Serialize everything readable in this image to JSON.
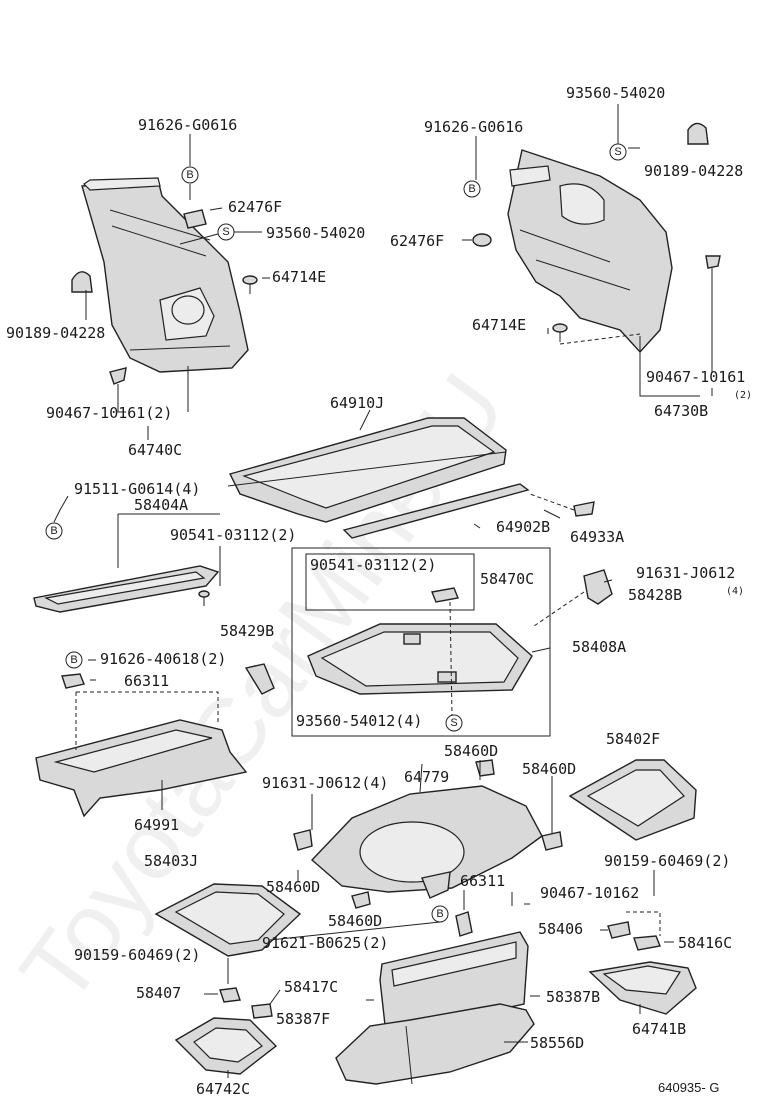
{
  "watermark": "ToyotaCarMinerU",
  "diagram_ref": "640935- G",
  "symbols": {
    "b": "B",
    "s": "S"
  },
  "labels": {
    "p1": "91626-G0616",
    "p2": "62476F",
    "p3": "93560-54020",
    "p4": "90189-04228",
    "p5": "64714E",
    "p6": "90467-10161(2)",
    "p7": "64740C",
    "p8": "93560-54020",
    "p9": "91626-G0616",
    "p10": "90189-04228",
    "p11": "62476F",
    "p12": "64714E",
    "p13": "90467-10161",
    "p13q": "(2)",
    "p14": "64730B",
    "p15": "64910J",
    "p16": "91511-G0614(4)",
    "p17": "58404A",
    "p18": "90541-03112(2)",
    "p19": "64902B",
    "p20": "64933A",
    "p21": "90541-03112(2)",
    "p22": "58470C",
    "p23": "91631-J0612",
    "p23q": "(4)",
    "p24": "58428B",
    "p25": "58429B",
    "p26": "58408A",
    "p27": "91626-40618(2)",
    "p28": "66311",
    "p29": "93560-54012(4)",
    "p30": "58460D",
    "p31": "58402F",
    "p32": "91631-J0612(4)",
    "p33": "64779",
    "p34": "58460D",
    "p35": "64991",
    "p36": "90159-60469(2)",
    "p37": "58403J",
    "p38": "58460D",
    "p39": "66311",
    "p40": "90467-10162",
    "p41": "58460D",
    "p42": "58406",
    "p43": "58416C",
    "p44": "91621-B0625(2)",
    "p45": "90159-60469(2)",
    "p46": "58407",
    "p47": "58417C",
    "p48": "58387B",
    "p49": "58387F",
    "p50": "64741B",
    "p51": "58556D",
    "p52": "64742C"
  }
}
